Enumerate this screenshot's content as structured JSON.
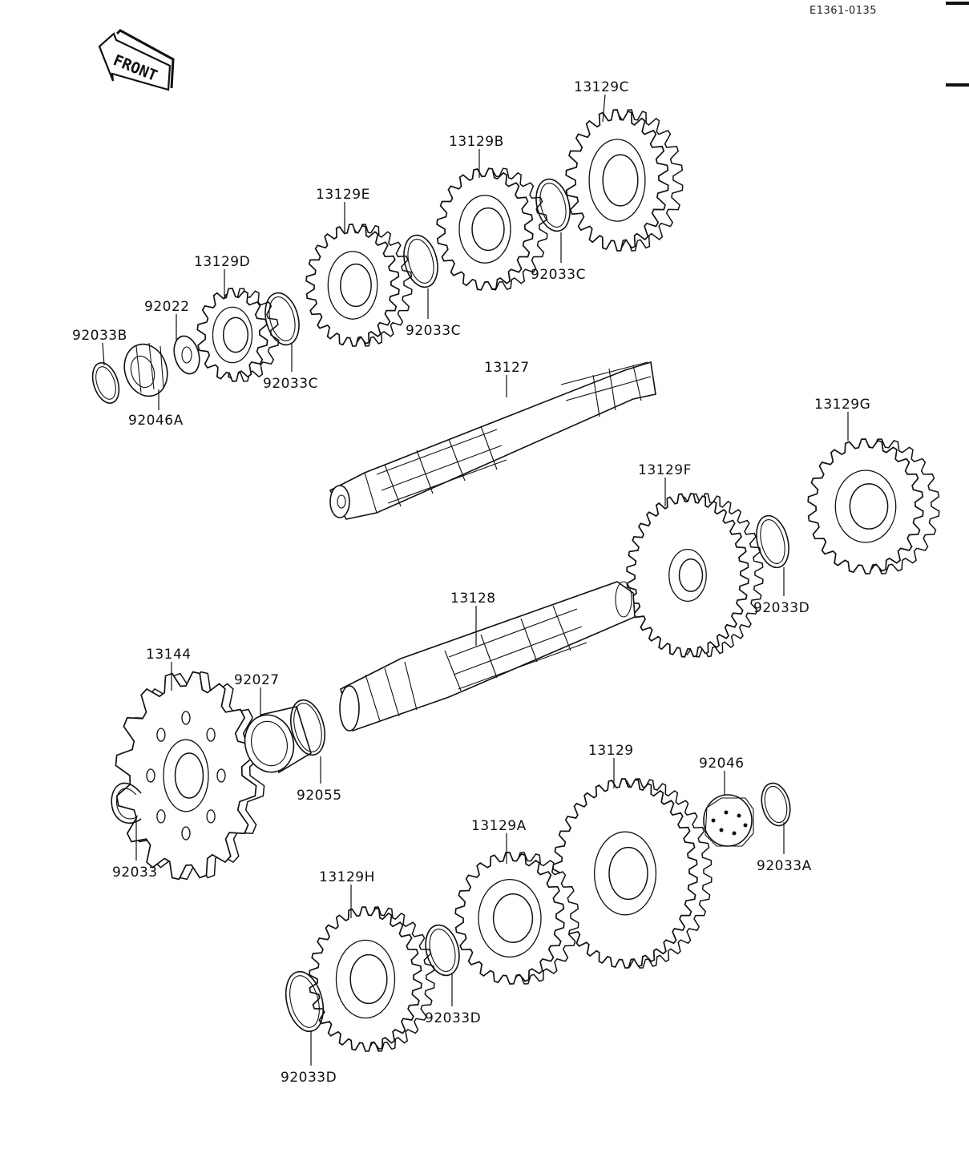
{
  "diagram_code": "E1361-0135",
  "front_label": "FRONT",
  "parts": [
    {
      "id": "13129C",
      "label": "13129C"
    },
    {
      "id": "13129B",
      "label": "13129B"
    },
    {
      "id": "13129E",
      "label": "13129E"
    },
    {
      "id": "13129D",
      "label": "13129D"
    },
    {
      "id": "92022",
      "label": "92022"
    },
    {
      "id": "92033B",
      "label": "92033B"
    },
    {
      "id": "92046A",
      "label": "92046A"
    },
    {
      "id": "92033C_a",
      "label": "92033C"
    },
    {
      "id": "92033C_b",
      "label": "92033C"
    },
    {
      "id": "92033C_c",
      "label": "92033C"
    },
    {
      "id": "13127",
      "label": "13127"
    },
    {
      "id": "13129G",
      "label": "13129G"
    },
    {
      "id": "13129F",
      "label": "13129F"
    },
    {
      "id": "92033D_a",
      "label": "92033D"
    },
    {
      "id": "13128",
      "label": "13128"
    },
    {
      "id": "13144",
      "label": "13144"
    },
    {
      "id": "92027",
      "label": "92027"
    },
    {
      "id": "92055",
      "label": "92055"
    },
    {
      "id": "92033",
      "label": "92033"
    },
    {
      "id": "13129",
      "label": "13129"
    },
    {
      "id": "92046",
      "label": "92046"
    },
    {
      "id": "92033A",
      "label": "92033A"
    },
    {
      "id": "13129A",
      "label": "13129A"
    },
    {
      "id": "13129H",
      "label": "13129H"
    },
    {
      "id": "92033D_b",
      "label": "92033D"
    },
    {
      "id": "92033D_c",
      "label": "92033D"
    }
  ]
}
